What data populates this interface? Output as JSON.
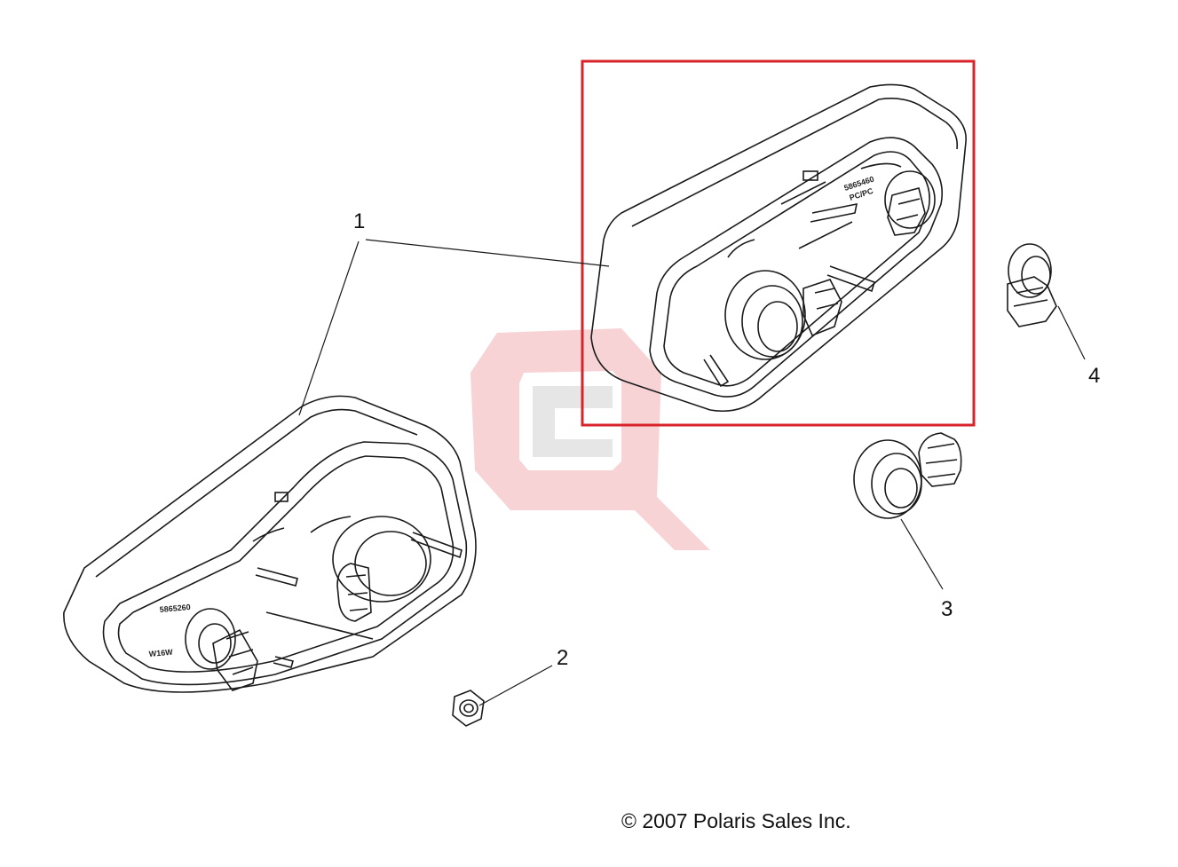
{
  "callouts": {
    "c1": "1",
    "c2": "2",
    "c3": "3",
    "c4": "4"
  },
  "lamp_left": {
    "part_number": "5865260",
    "bulb": "W16W"
  },
  "lamp_right": {
    "part_number": "5865460",
    "material": "PC/PC"
  },
  "copyright": "© 2007 Polaris Sales Inc.",
  "colors": {
    "highlight": "#d8232a",
    "watermark_red": "#f6c9cb",
    "watermark_gray": "#e4e4e4",
    "line": "#1a1a1a"
  },
  "icons": {
    "watermark": "cq-logo-watermark"
  }
}
